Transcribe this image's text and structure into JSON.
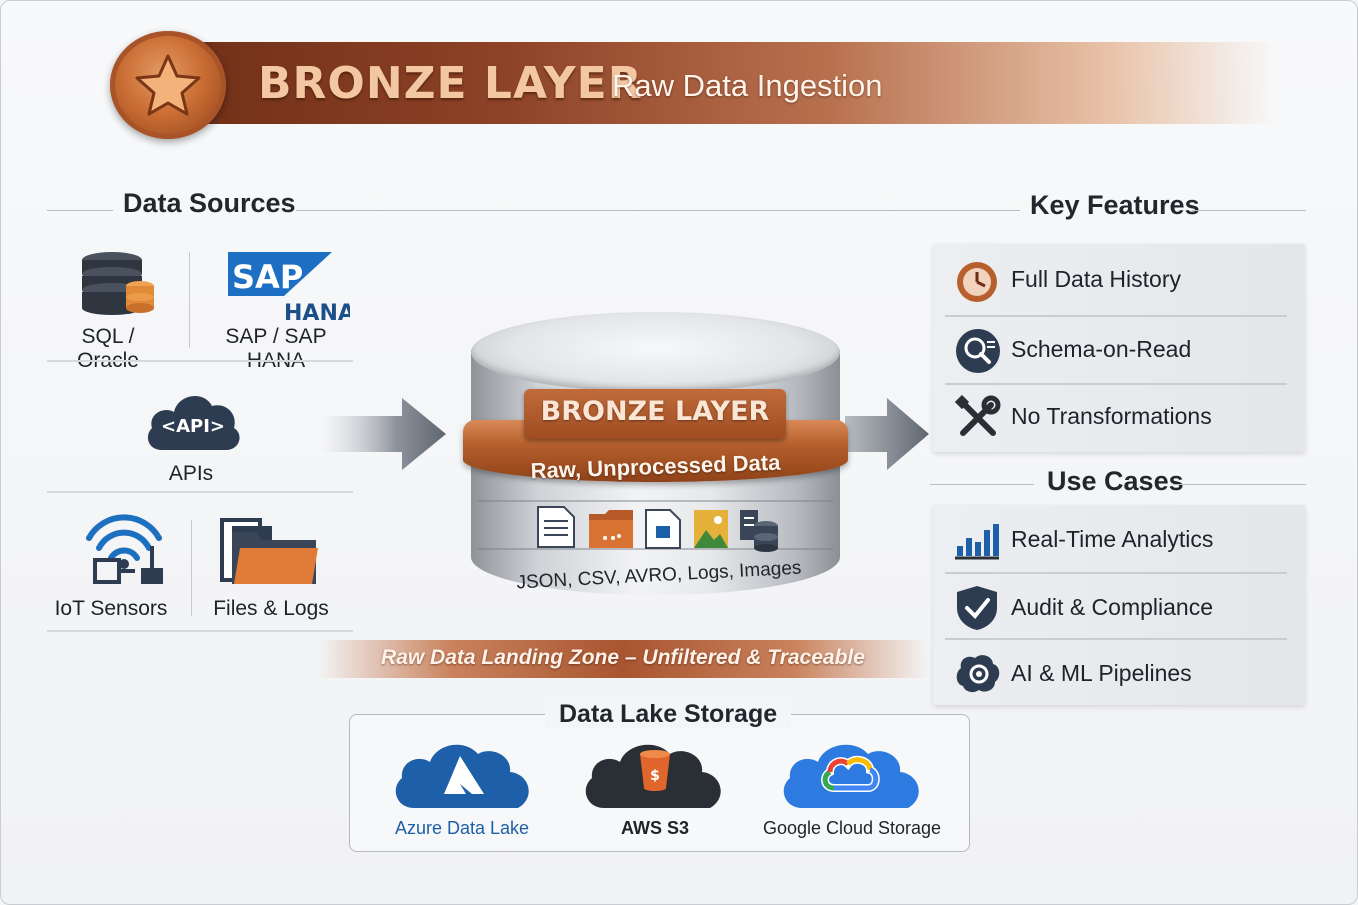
{
  "banner": {
    "title": "BRONZE LAYER",
    "subtitle": "Raw Data Ingestion"
  },
  "sources": {
    "heading": "Data Sources",
    "items": [
      {
        "label": "SQL / Oracle",
        "icon": "database-icon"
      },
      {
        "label": "SAP / SAP HANA",
        "icon": "sap-hana-logo",
        "logo_text": "SAP",
        "logo_sub": "HANA"
      },
      {
        "label": "APIs",
        "icon": "api-cloud-icon",
        "icon_text": "<API>"
      },
      {
        "label": "IoT Sensors",
        "icon": "iot-sensor-icon"
      },
      {
        "label": "Files & Logs",
        "icon": "folder-files-icon"
      }
    ]
  },
  "cylinder": {
    "tag": "BRONZE LAYER",
    "ring_text": "Raw, Unprocessed Data",
    "formats": "JSON, CSV, AVRO, Logs, Images",
    "format_icons": [
      "json-file-icon",
      "csv-file-icon",
      "avro-file-icon",
      "image-file-icon",
      "logs-db-icon"
    ]
  },
  "landing_zone": "Raw Data Landing Zone – Unfiltered & Traceable",
  "features": {
    "heading": "Key Features",
    "items": [
      {
        "label": "Full Data History",
        "icon": "clock-icon"
      },
      {
        "label": "Schema-on-Read",
        "icon": "magnifier-schema-icon"
      },
      {
        "label": "No Transformations",
        "icon": "wrench-screwdriver-icon"
      }
    ]
  },
  "use_cases": {
    "heading": "Use Cases",
    "items": [
      {
        "label": "Real-Time Analytics",
        "icon": "bar-chart-icon"
      },
      {
        "label": "Audit & Compliance",
        "icon": "shield-check-icon"
      },
      {
        "label": "AI & ML Pipelines",
        "icon": "brain-gear-icon"
      }
    ]
  },
  "storage": {
    "heading": "Data Lake Storage",
    "items": [
      {
        "label": "Azure Data Lake",
        "icon": "azure-cloud-icon",
        "color": "#1f5fa8"
      },
      {
        "label": "AWS S3",
        "icon": "aws-s3-cloud-icon",
        "color": "#1f2329",
        "badge": "$"
      },
      {
        "label": "Google Cloud Storage",
        "icon": "google-cloud-icon",
        "color": "#1f2329"
      }
    ]
  },
  "colors": {
    "bronze_dark": "#8c4226",
    "bronze_light": "#d98a58",
    "navy": "#2b3a4e",
    "azure": "#1f5fa8"
  }
}
